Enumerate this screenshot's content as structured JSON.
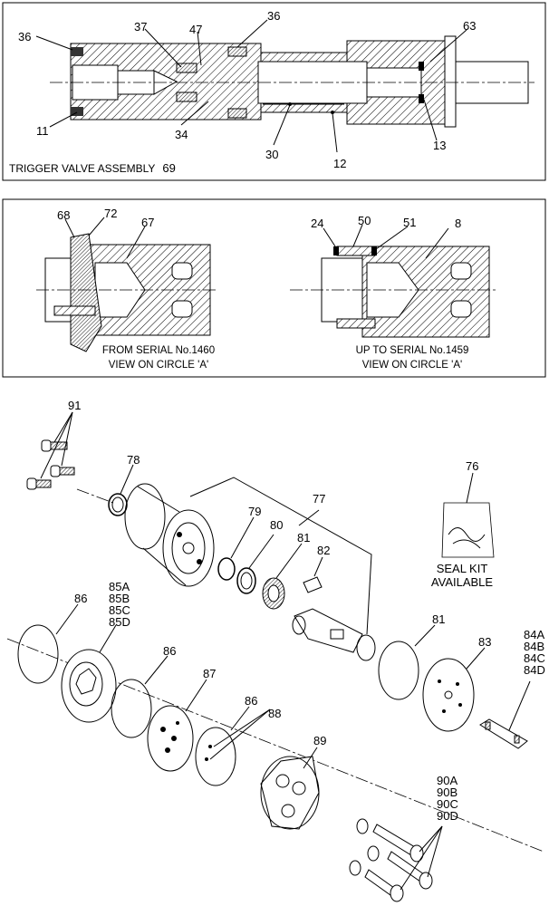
{
  "panels": {
    "top": {
      "title": "TRIGGER VALVE ASSEMBLY",
      "title_number": "69",
      "callouts": [
        "36",
        "37",
        "47",
        "36",
        "63",
        "11",
        "34",
        "30",
        "12",
        "13"
      ]
    },
    "middle": {
      "left_caption_1": "FROM SERIAL No.1460",
      "left_caption_2": "VIEW ON CIRCLE 'A'",
      "right_caption_1": "UP TO SERIAL No.1459",
      "right_caption_2": "VIEW ON CIRCLE 'A'",
      "left_callouts": [
        "68",
        "72",
        "67"
      ],
      "right_callouts": [
        "24",
        "50",
        "51",
        "8"
      ]
    },
    "exploded": {
      "callouts": [
        "91",
        "78",
        "77",
        "79",
        "80",
        "81",
        "82",
        "76",
        "86",
        "85A",
        "85B",
        "85C",
        "85D",
        "86",
        "87",
        "86",
        "88",
        "81",
        "83",
        "84A",
        "84B",
        "84C",
        "84D",
        "89",
        "90A",
        "90B",
        "90C",
        "90D"
      ],
      "seal_kit_line_1": "SEAL KIT",
      "seal_kit_line_2": "AVAILABLE"
    }
  },
  "colors": {
    "line": "#000000",
    "background": "#ffffff",
    "hatch_fill": "#ffffff"
  }
}
